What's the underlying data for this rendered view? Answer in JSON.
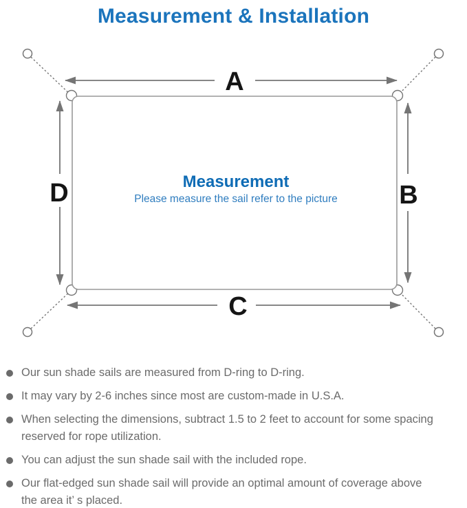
{
  "page": {
    "title": "Measurement & Installation"
  },
  "diagram": {
    "side_labels": {
      "a": "A",
      "b": "B",
      "c": "C",
      "d": "D"
    },
    "center": {
      "title": "Measurement",
      "subtitle": "Please measure the sail refer to the picture"
    },
    "icons": [
      "anchor-ring",
      "d-ring",
      "dimension-arrow",
      "dashed-tie-line"
    ]
  },
  "notes": [
    {
      "lines": [
        "Our sun shade sails are measured from D-ring to D-ring."
      ]
    },
    {
      "lines": [
        "It may vary by 2-6 inches since most are custom-made in U.S.A."
      ]
    },
    {
      "lines": [
        "When selecting the dimensions, subtract 1.5 to 2 feet to account for some spacing",
        "reserved for rope utilization."
      ]
    },
    {
      "lines": [
        "You can adjust the sun shade sail with the included rope."
      ]
    },
    {
      "lines": [
        "Our flat-edged sun shade sail will provide an optimal amount of coverage above",
        "the area it’ s placed."
      ]
    }
  ],
  "colors": {
    "title_blue": "#1b74bc",
    "center_title_blue": "#0f6cb5",
    "center_subtitle_blue": "#2f7dbf",
    "diagram_line_gray": "#757575",
    "rect_border_gray": "#999999",
    "note_text_gray": "#6b6b6b",
    "dimension_label_black": "#151515"
  }
}
